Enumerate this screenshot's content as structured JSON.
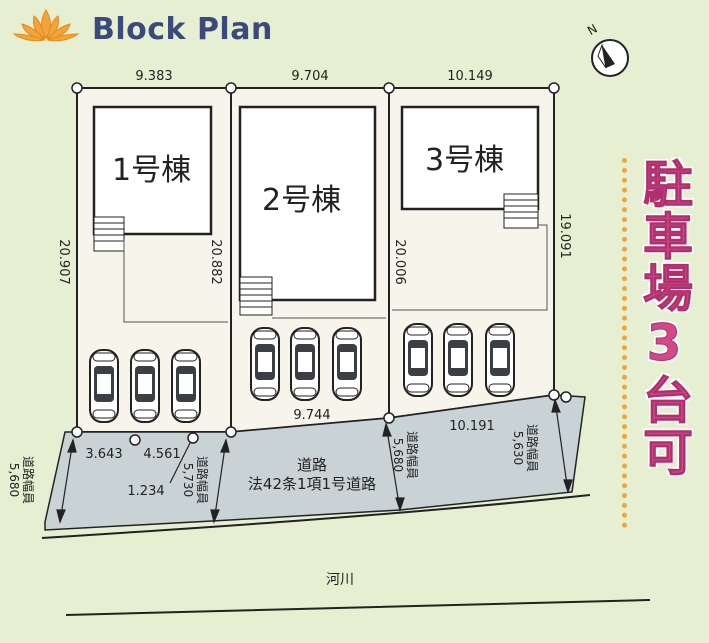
{
  "header": {
    "title": "Block Plan",
    "logo_icon": "lotus-icon"
  },
  "colors": {
    "background": "#e6efd1",
    "lot_fill": "#f7f4ec",
    "road_fill": "#c9d3d5",
    "accent_pink": "#d04a8a",
    "accent_orange": "#f2a43a",
    "title_blue": "#3a4a7c"
  },
  "compass": {
    "label": "N",
    "icon": "north-compass-icon"
  },
  "lots": [
    {
      "building_label": "1号棟",
      "frontage": "9.383",
      "left_depth": "20.907",
      "right_depth": "20.882"
    },
    {
      "building_label": "2号棟",
      "frontage": "9.704",
      "left_depth": "20.882",
      "right_depth": "20.006",
      "road_frontage": "9.744"
    },
    {
      "building_label": "3号棟",
      "frontage": "10.149",
      "left_depth": "20.006",
      "right_depth": "19.091",
      "road_frontage": "10.191"
    }
  ],
  "lot1_road_segments": [
    "3.643",
    "4.561",
    "1.234"
  ],
  "road": {
    "name": "道路",
    "type": "法42条1項1号道路",
    "width_label": "道路幅員",
    "widths": [
      "5,680",
      "5,730",
      "5,680",
      "5,630"
    ]
  },
  "river_label": "河川",
  "parking_note": "駐車場3台可"
}
